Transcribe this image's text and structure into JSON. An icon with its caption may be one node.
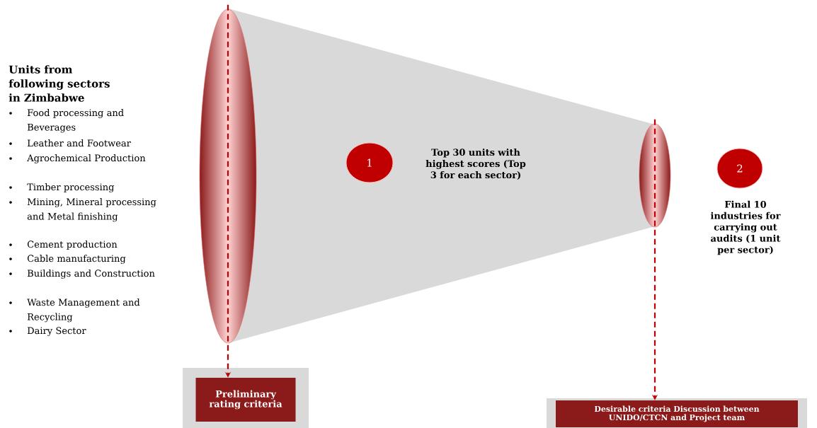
{
  "diagram": {
    "nodes": [
      {
        "text": [],
        "shape": "ellipse"
      },
      {
        "text": [],
        "shape": "ellipse"
      },
      {
        "text": [
          "Preliminary rating criteria"
        ]
      },
      {
        "text": [
          "Desirable criteria Discussion between UNIDO/CTCN and Project team"
        ]
      },
      {
        "text": [
          "1"
        ],
        "beside": [
          "Top 30 units with highest scores (Top 3 for each sector)"
        ]
      },
      {
        "text": [
          "2"
        ],
        "beside": [
          "Final 10 industries for carrying out audits (1 unit per sector)"
        ]
      }
    ],
    "edges": [
      {
        "from": 0,
        "to": 2,
        "arrow": "to",
        "style": "dashed"
      },
      {
        "from": 1,
        "to": 3,
        "arrow": "to",
        "style": "dashed"
      }
    ],
    "labels": [
      "Units from following sectors in Zimbabwe",
      "Food processing and Beverages",
      "Leather and Footwear",
      "Agrochemical Production",
      "Timber processing",
      "Mining, Mineral processing and Metal finishing",
      "Cement production",
      "Cable manufacturing",
      "Buildings and Construction",
      "Waste Management and Recycling",
      "Dairy Sector"
    ]
  }
}
